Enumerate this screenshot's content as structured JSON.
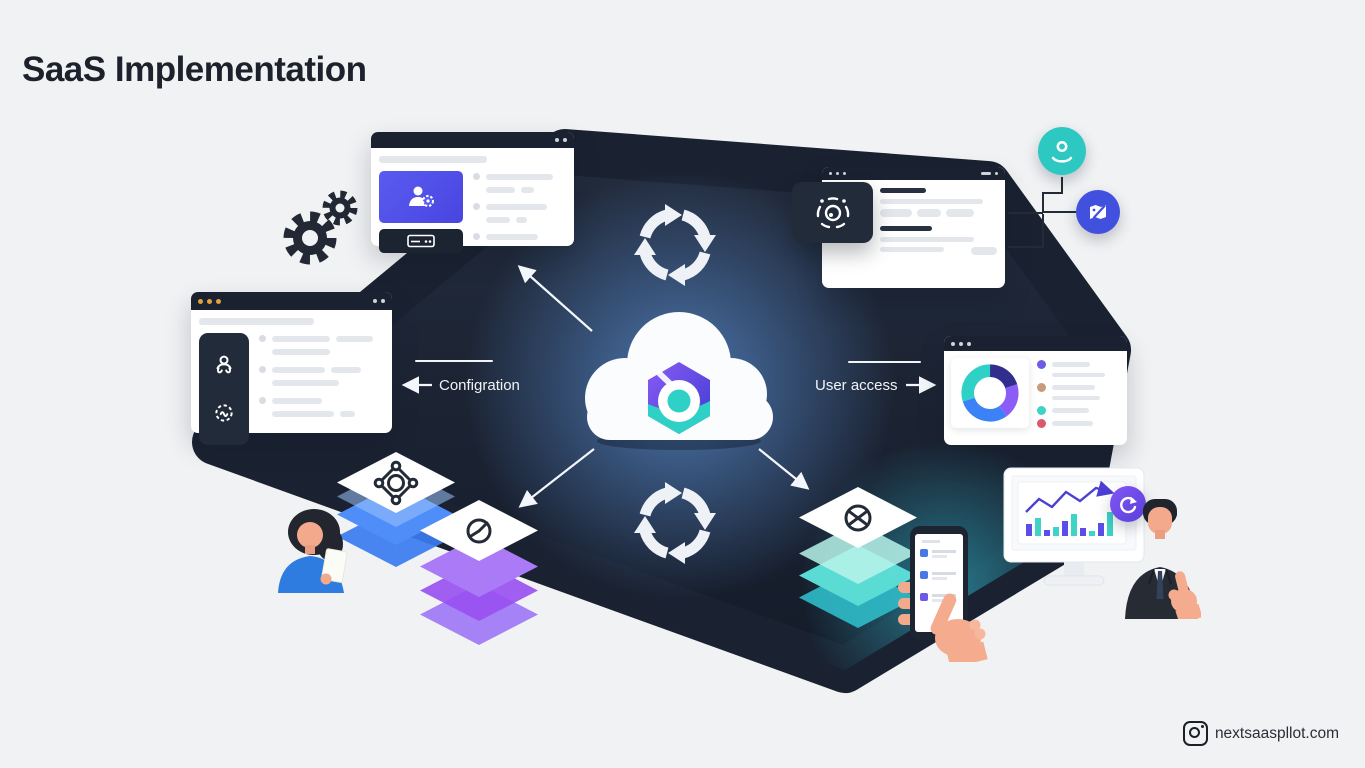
{
  "title": "SaaS Implementation",
  "labels": {
    "configuration": "Configration",
    "user_access": "User access"
  },
  "watermark": {
    "text": "nextsaaspllot.com"
  },
  "colors": {
    "background": "#f1f2f4",
    "dark_panel": "#1a2231",
    "glow_blue": "#5c92d8",
    "glow_teal": "#2ea8bd",
    "accent_purple": "#5a5bf0",
    "accent_indigo": "#4150dd",
    "accent_teal": "#2ec8c3",
    "stack_blue": "#4f8ef9",
    "stack_purple": "#9b5df3",
    "stack_teal": "#53d7d2",
    "donut_segments": [
      "#322e8e",
      "#8b5cf6",
      "#3b82f6",
      "#2fd0c6"
    ],
    "legend_dots": [
      "#6d5ce8",
      "#c99b7c",
      "#3ed3c5",
      "#d9596b"
    ],
    "chart_bar_purple": "#5b4ee8",
    "chart_bar_teal": "#3ed3c5"
  },
  "icons": {
    "gears": "settings-gears",
    "cloud": "cloud-platform-logo",
    "sync": "sync-arrows",
    "user_gear": "user-settings",
    "card": "payment-card",
    "robot": "automation-bot",
    "gear_swirl": "process-gear",
    "ai_scan": "ai-scan",
    "person_pin": "user-avatar",
    "map_tools": "deployment-map",
    "network": "integration-hub",
    "refresh_pie": "data-refresh",
    "globe_x": "global-service",
    "swirl_badge": "sync-badge",
    "camera": "brand-camera"
  }
}
